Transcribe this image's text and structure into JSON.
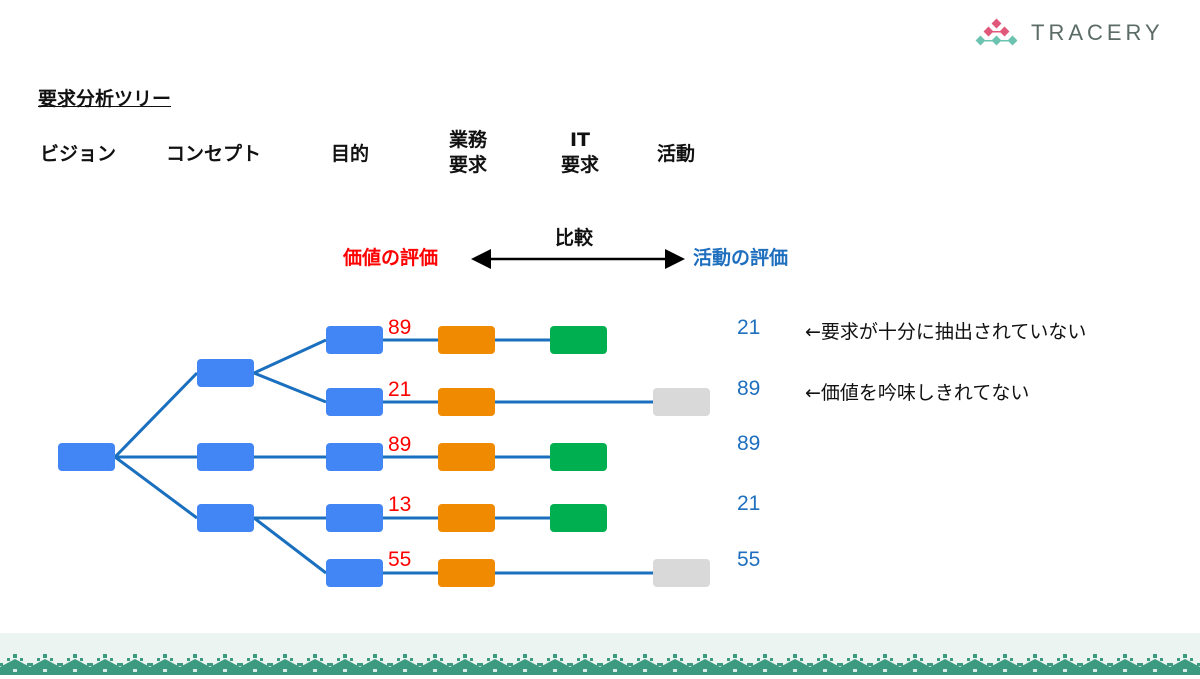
{
  "logo": {
    "text": "TRACERY"
  },
  "title": "要求分析ツリー",
  "columns": [
    "ビジョン",
    "コンセプト",
    "目的",
    "業務\n要求",
    "IT\n要求",
    "活動"
  ],
  "comparison": {
    "left": "価値の評価",
    "center": "比較",
    "right": "活動の評価",
    "left_color": "#ff0000",
    "right_color": "#1f6fbf"
  },
  "rows": [
    {
      "value_score": "89",
      "activity_score": "21",
      "note": "←要求が十分に抽出されていない"
    },
    {
      "value_score": "21",
      "activity_score": "89",
      "note": "←価値を吟味しきれてない"
    },
    {
      "value_score": "89",
      "activity_score": "89",
      "note": ""
    },
    {
      "value_score": "13",
      "activity_score": "21",
      "note": ""
    },
    {
      "value_score": "55",
      "activity_score": "55",
      "note": ""
    }
  ],
  "colors": {
    "vision_concept_purpose": "#4285f4",
    "business": "#f08a00",
    "it": "#00b050",
    "activity": "#d9d9d9",
    "line": "#1a6fbf"
  }
}
